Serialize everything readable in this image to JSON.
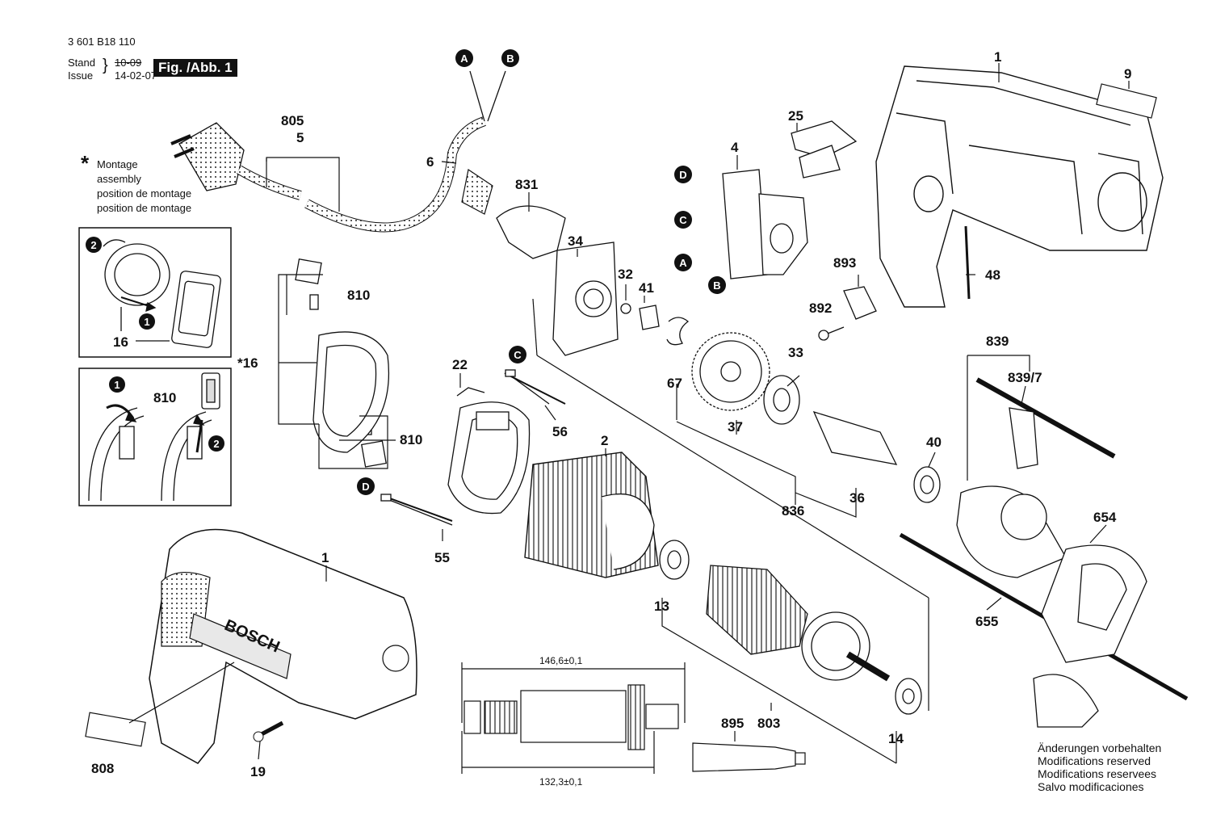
{
  "header": {
    "doc_number": "3 601 B18 110",
    "stand_label": "Stand",
    "issue_label": "Issue",
    "old_date": "10-09",
    "date": "14-02-07",
    "fig_label": "Fig. /Abb. 1"
  },
  "assembly_note": {
    "star": "*",
    "lines": [
      "Montage",
      "assembly",
      "position de montage",
      "position de montage"
    ]
  },
  "modifications": [
    "Änderungen vorbehalten",
    "Modifications reserved",
    "Modifications reservees",
    "Salvo modificaciones"
  ],
  "connectors": [
    "A",
    "B",
    "C",
    "D"
  ],
  "step_markers": [
    "1",
    "2"
  ],
  "part_numbers": {
    "p805": "805",
    "p5": "5",
    "p6": "6",
    "p831": "831",
    "p34": "34",
    "p32": "32",
    "p41": "41",
    "p25": "25",
    "p4": "4",
    "p1_top": "1",
    "p9": "9",
    "p893": "893",
    "p892": "892",
    "p48": "48",
    "p810_a": "810",
    "p810_b": "810",
    "p16_star": "*16",
    "p16": "16",
    "p810_c": "810",
    "p22": "22",
    "p56": "56",
    "p2": "2",
    "p55": "55",
    "p67": "67",
    "p37": "37",
    "p33": "33",
    "p36": "36",
    "p836": "836",
    "p40": "40",
    "p839": "839",
    "p839_7": "839/7",
    "p654": "654",
    "p655": "655",
    "p1_bottom": "1",
    "p13": "13",
    "p803": "803",
    "p14": "14",
    "p895": "895",
    "p808": "808",
    "p19": "19"
  },
  "dimensions": {
    "overall": "146,6±0,1",
    "body": "132,3±0,1"
  },
  "brand_text": "BOSCH",
  "colors": {
    "ink": "#111111",
    "paper": "#ffffff",
    "shade": "#cfcfcf"
  }
}
